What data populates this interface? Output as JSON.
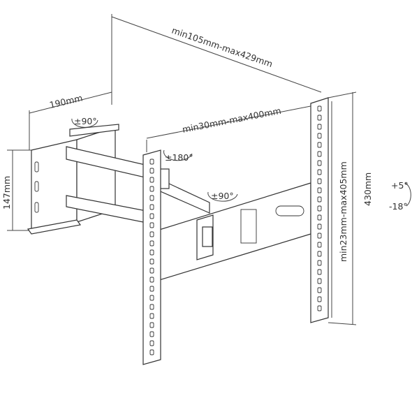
{
  "dimensions": {
    "arm_extension": "min105mm-max429mm",
    "wall_plate_width": "190mm",
    "wall_plate_height": "147mm",
    "horizontal_vesa": "min30mm-max400mm",
    "vertical_vesa": "min23mm-max405mm",
    "rail_height": "430mm"
  },
  "rotations": {
    "wall_swivel": "±90°",
    "arm_rotation": "±180°",
    "head_swivel": "±90°",
    "tilt_up": "+5°",
    "tilt_down": "-18°"
  }
}
